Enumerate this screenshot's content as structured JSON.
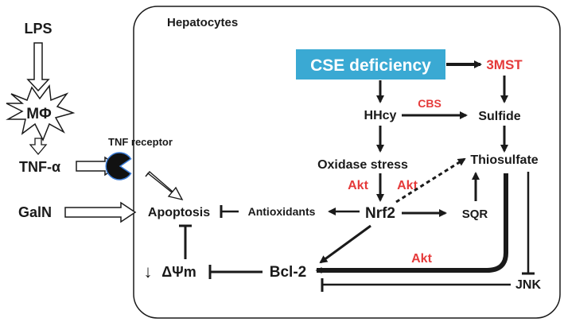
{
  "panel": {
    "title": "Hepatocytes"
  },
  "nodes": {
    "lps": "LPS",
    "macrophage": "MΦ",
    "tnf_alpha": "TNF-α",
    "tnf_receptor": "TNF receptor",
    "galn": "GalN",
    "cse_deficiency": "CSE deficiency",
    "mst3": "3MST",
    "hhcy": "HHcy",
    "cbs": "CBS",
    "sulfide": "Sulfide",
    "oxidase_stress": "Oxidase stress",
    "thiosulfate": "Thiosulfate",
    "akt_left": "Akt",
    "akt_right": "Akt",
    "apoptosis": "Apoptosis",
    "antioxidants": "Antioxidants",
    "nrf2": "Nrf2",
    "sqr": "SQR",
    "akt_bottom": "Akt",
    "membrane_potential": "ΔΨm",
    "down_arrow": "↓",
    "bcl2": "Bcl-2",
    "jnk": "JNK"
  },
  "colors": {
    "cse_box": "#3aa9d3",
    "highlight_text": "#e53a3a",
    "line": "#1a1a1a",
    "receptor": "#111111",
    "receptor_edge": "#3a7bd5"
  }
}
